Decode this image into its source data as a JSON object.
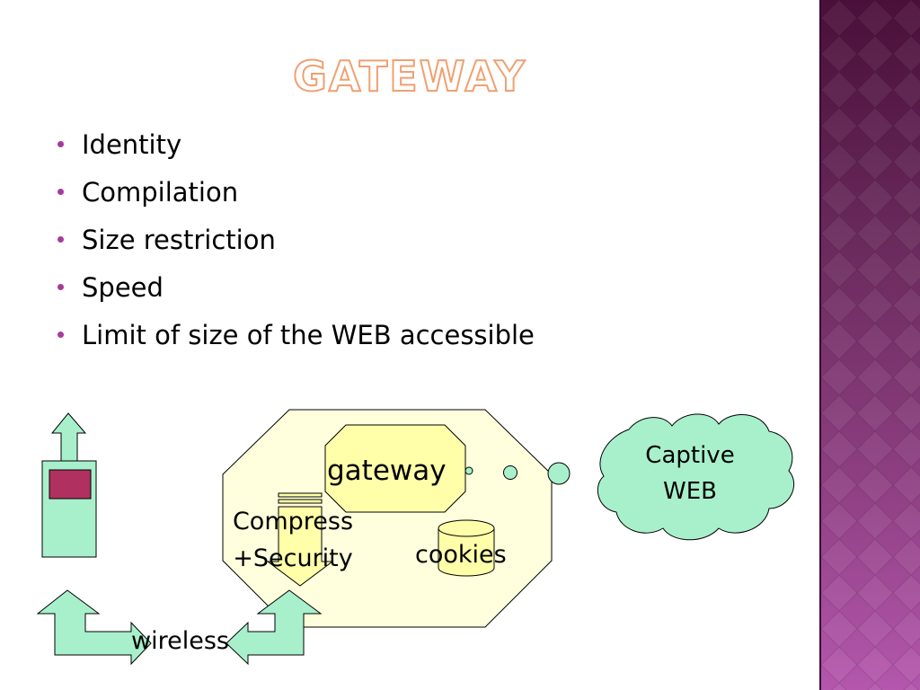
{
  "slide": {
    "title": "GATEWAY",
    "bullets": [
      "Identity",
      "Compilation",
      "Size restriction",
      "Speed",
      "Limit of size of the WEB accessible"
    ]
  },
  "diagram": {
    "gateway_label": "gateway",
    "compress_line1": "Compress",
    "compress_line2": "+Security",
    "cookies_label": "cookies",
    "cloud_line1": "Captive",
    "cloud_line2": "WEB",
    "wireless_label": "wireless"
  },
  "colors": {
    "accent_band": "#6a2a5c",
    "title_outline": "#f0a070",
    "bullet": "#a83a9a",
    "shape_green": "#a8f0cc",
    "shape_yellow": "#ffffaa",
    "region": "#ffffdd",
    "phone_screen": "#b03060"
  }
}
